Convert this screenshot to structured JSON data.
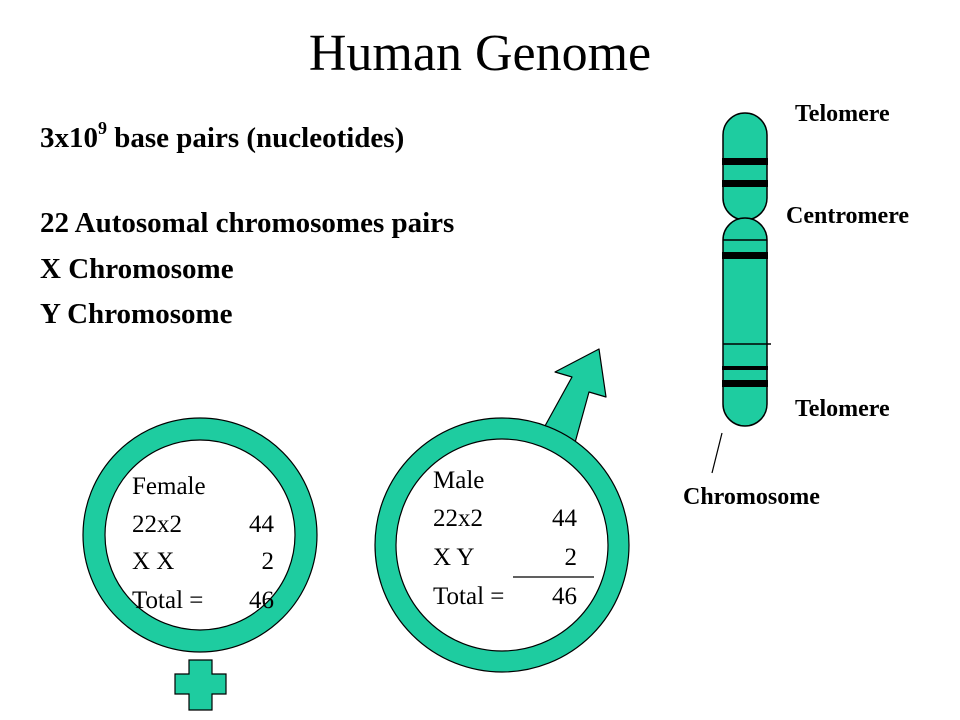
{
  "title": "Human Genome",
  "facts": {
    "base_pairs_prefix": "3x10",
    "base_pairs_exponent": "9",
    "base_pairs_suffix": " base pairs (nucleotides)",
    "autosomal": "22 Autosomal chromosomes pairs",
    "x_chromosome": "X Chromosome",
    "y_chromosome": "Y Chromosome"
  },
  "chromosome": {
    "telomere_top": "Telomere",
    "centromere": "Centromere",
    "telomere_bottom": "Telomere",
    "label": "Chromosome"
  },
  "female": {
    "heading": "Female",
    "row1_label": "22x2",
    "row1_value": "44",
    "row2_label": "X X",
    "row2_value": "2",
    "total_label": "Total =",
    "total_value": "46"
  },
  "male": {
    "heading": "Male",
    "row1_label": "22x2",
    "row1_value": "44",
    "row2_label": "X Y",
    "row2_value": "2",
    "total_label": "Total =",
    "total_value": "46"
  },
  "colors": {
    "teal": "#1ECCA0",
    "outline": "#000000"
  }
}
